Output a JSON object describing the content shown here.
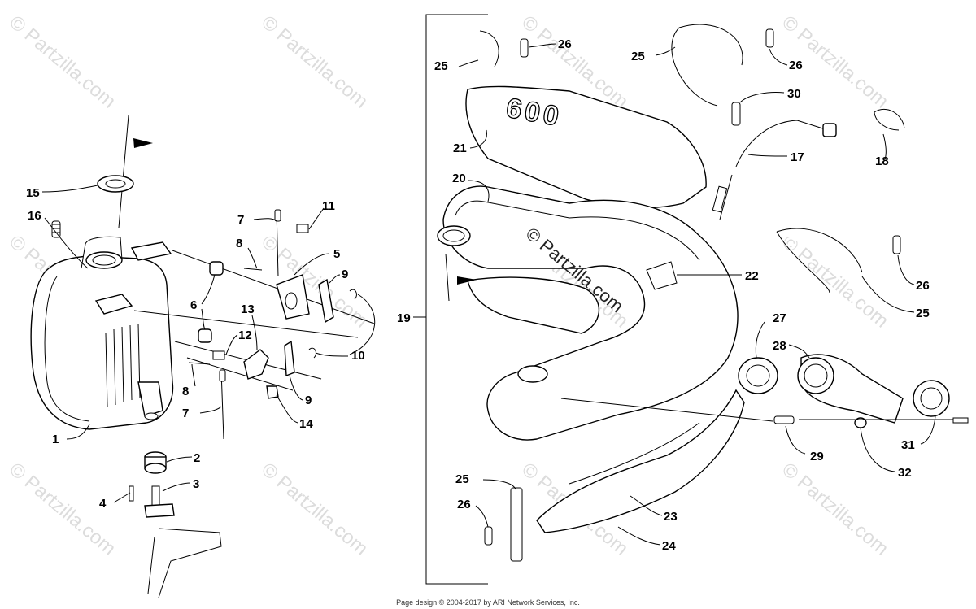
{
  "watermark_text": "© Partzilla.com",
  "center_watermark_text": "© Partzilla.com",
  "engine_emboss": "600",
  "footer": "Page design © 2004-2017 by ARI Network Services, Inc.",
  "callouts": [
    "1",
    "2",
    "3",
    "4",
    "5",
    "6",
    "7",
    "7",
    "8",
    "8",
    "9",
    "9",
    "10",
    "11",
    "12",
    "13",
    "14",
    "15",
    "16",
    "17",
    "18",
    "19",
    "20",
    "21",
    "22",
    "23",
    "24",
    "25",
    "25",
    "25",
    "25",
    "26",
    "26",
    "26",
    "26",
    "27",
    "28",
    "29",
    "30",
    "31",
    "32"
  ]
}
